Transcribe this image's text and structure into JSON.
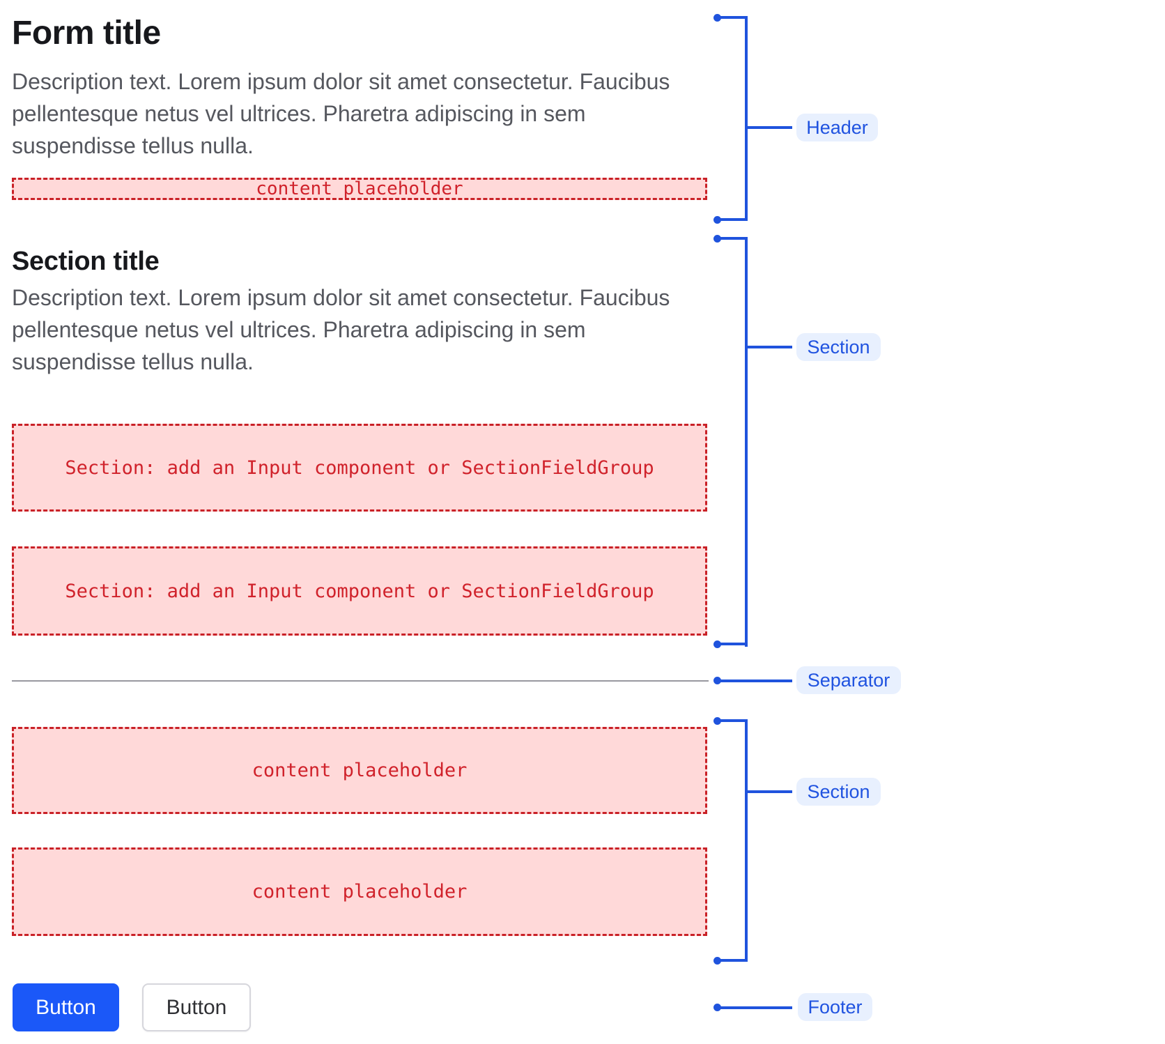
{
  "header": {
    "title": "Form title",
    "description": "Description text. Lorem ipsum dolor sit amet consectetur. Faucibus pellentesque netus vel ultrices. Pharetra adipiscing in sem suspendisse tellus nulla.",
    "content_placeholder": "content placeholder"
  },
  "section": {
    "title": "Section title",
    "description": "Description text. Lorem ipsum dolor sit amet consectetur. Faucibus pellentesque netus vel ultrices. Pharetra adipiscing in sem suspendisse tellus nulla.",
    "input_placeholder_1": "Section: add an Input component or SectionFieldGroup",
    "input_placeholder_2": "Section: add an Input component or SectionFieldGroup"
  },
  "bottom_section": {
    "content_placeholder_1": "content placeholder",
    "content_placeholder_2": "content placeholder"
  },
  "footer": {
    "primary_button_label": "Button",
    "secondary_button_label": "Button"
  },
  "annotations": {
    "header_label": "Header",
    "section_top_label": "Section",
    "separator_label": "Separator",
    "section_bottom_label": "Section",
    "footer_label": "Footer"
  },
  "colors": {
    "annotation_blue": "#1f53dd",
    "annotation_pill_bg": "#e8f0fe",
    "placeholder_pink": "#ffd9d9",
    "placeholder_red": "#c92127",
    "primary_button_blue": "#1b58f8",
    "description_gray": "#55575e",
    "separator_gray": "#98989f"
  }
}
